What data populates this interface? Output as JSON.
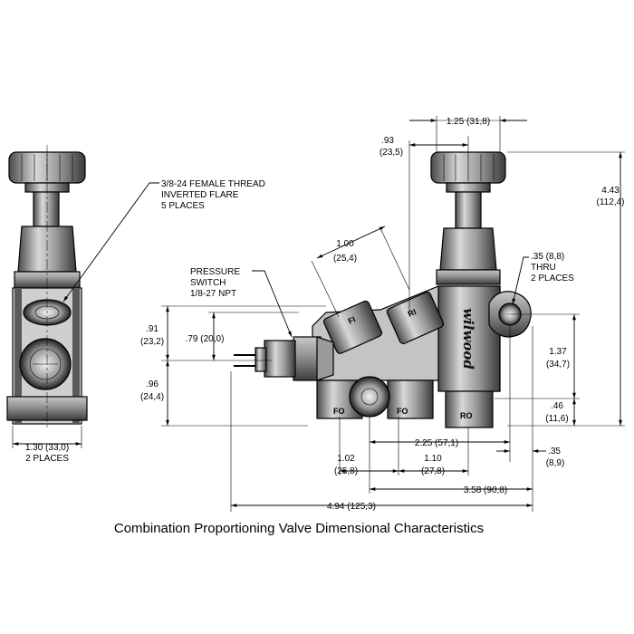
{
  "caption": "Combination Proportioning Valve Dimensional Characteristics",
  "brand": "wilwood",
  "ports": {
    "fi": "FI",
    "ri": "RI",
    "fo": "FO",
    "ro": "RO"
  },
  "callouts": {
    "thread": [
      "3/8-24 FEMALE THREAD",
      "INVERTED FLARE",
      "5 PLACES"
    ],
    "pressure_switch": [
      "PRESSURE",
      "SWITCH",
      "1/8-27 NPT"
    ],
    "thru_hole": [
      ".35 (8,8)",
      "THRU",
      "2 PLACES"
    ]
  },
  "dimensions": {
    "d_1_25": "1.25 (31,8)",
    "d_93_in": ".93",
    "d_93_mm": "(23,5)",
    "d_4_43_in": "4.43",
    "d_4_43_mm": "(112,4)",
    "d_1_00_in": "1.00",
    "d_1_00_mm": "(25,4)",
    "d_91_in": ".91",
    "d_91_mm": "(23,2)",
    "d_79": ".79 (20,0)",
    "d_96_in": ".96",
    "d_96_mm": "(24,4)",
    "d_1_37_in": "1.37",
    "d_1_37_mm": "(34,7)",
    "d_46_in": ".46",
    "d_46_mm": "(11,6)",
    "d_2_25": "2.25 (57,1)",
    "d_1_02_in": "1.02",
    "d_1_02_mm": "(25,8)",
    "d_1_10_in": "1.10",
    "d_1_10_mm": "(27,8)",
    "d_35_in": ".35",
    "d_35_mm": "(8,9)",
    "d_3_58": "3.58 (90,8)",
    "d_4_94": "4.94 (125,3)",
    "d_1_30_a": "1.30 (33,0)",
    "d_1_30_b": "2 PLACES"
  }
}
